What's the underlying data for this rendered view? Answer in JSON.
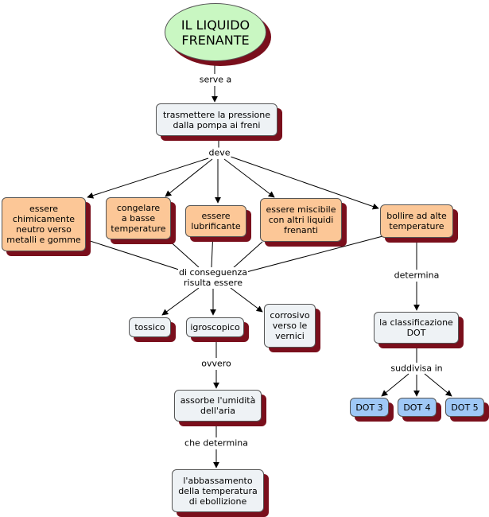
{
  "title": "IL LIQUIDO FRENANTE",
  "nodes": {
    "title_line1": "IL LIQUIDO",
    "title_line2": "FRENANTE",
    "trasmettere_l1": "trasmettere la pressione",
    "trasmettere_l2": "dalla pompa ai freni",
    "chimico_l1": "essere",
    "chimico_l2": "chimicamente",
    "chimico_l3": "neutro verso",
    "chimico_l4": "metalli e gomme",
    "congelare_l1": "congelare",
    "congelare_l2": "a basse",
    "congelare_l3": "temperature",
    "lubrificante_l1": "essere",
    "lubrificante_l2": "lubrificante",
    "miscibile_l1": "essere miscibile",
    "miscibile_l2": "con altri liquidi",
    "miscibile_l3": "frenanti",
    "bollire_l1": "bollire ad alte",
    "bollire_l2": "temperature",
    "tossico": "tossico",
    "igroscopico": "igroscopico",
    "corrosivo_l1": "corrosivo",
    "corrosivo_l2": "verso le",
    "corrosivo_l3": "vernici",
    "classificazione_l1": "la classificazione",
    "classificazione_l2": "DOT",
    "dot3": "DOT 3",
    "dot4": "DOT 4",
    "dot5": "DOT 5",
    "assorbe_l1": "assorbe l'umidità",
    "assorbe_l2": "dell'aria",
    "abbassamento_l1": "l'abbassamento",
    "abbassamento_l2": "della temperatura",
    "abbassamento_l3": "di ebollizione"
  },
  "links": {
    "serve_a": "serve a",
    "deve": "deve",
    "conseguenza_l1": "di conseguenza",
    "conseguenza_l2": "risulta essere",
    "determina": "determina",
    "suddivisa_in": "suddivisa in",
    "ovvero": "ovvero",
    "che_determina": "che determina"
  },
  "colors": {
    "concept_grey": "#eef2f5",
    "concept_orange": "#fcc797",
    "concept_blue": "#9fc8f6",
    "title_green": "#c9f7c2",
    "shadow": "#7a0f1c"
  }
}
